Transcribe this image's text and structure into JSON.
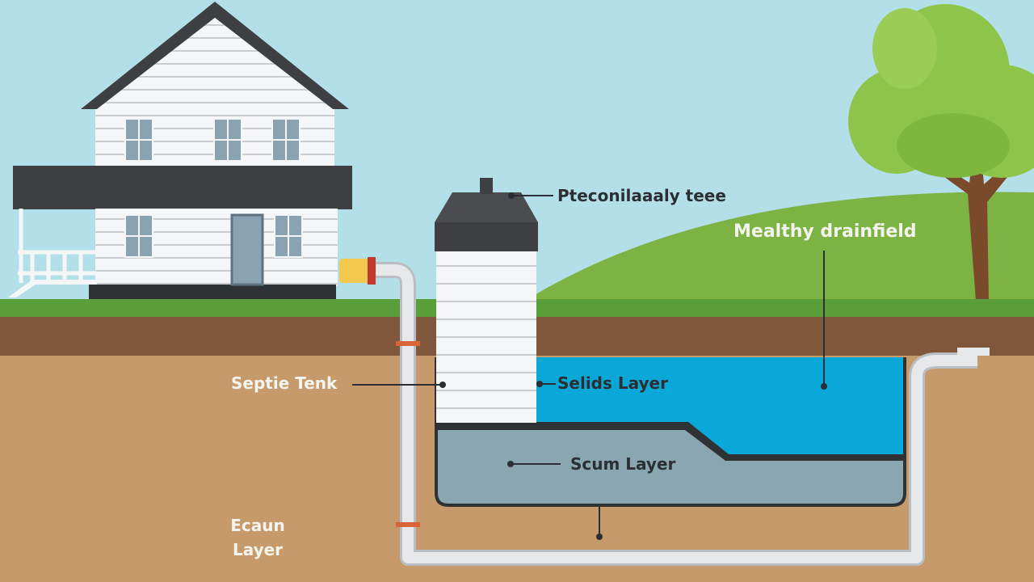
{
  "labels": {
    "tank_top": "Pteconilaaaly teee",
    "drainfield": "Mealthy drainfield",
    "septic_tank": "Septie Tenk",
    "solids": "Selids Layer",
    "scum": "Scum Layer",
    "bottom_line1": "Ecaun",
    "bottom_line2": "Layer"
  },
  "colors": {
    "sky": "#b3e0e8",
    "hill": "#7cb342",
    "grass": "#5a9e3a",
    "topsoil": "#80573a",
    "soil": "#c79a6b",
    "water": "#0aa8d8",
    "scum": "#8aa7b1",
    "outline": "#2f3235",
    "pipe": "#e6e8ea",
    "siding": "#f5f6f7",
    "roof": "#3d3f42",
    "trunk": "#7a4a2a",
    "foliage": "#8fc44a"
  }
}
